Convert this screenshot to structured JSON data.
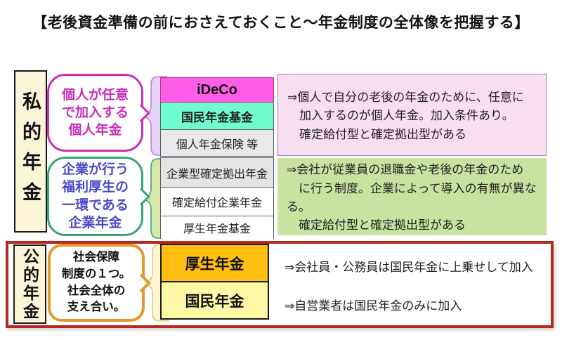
{
  "title": "【老後資金準備の前におさえておくこと～年金制度の全体像を把握する】",
  "colors": {
    "frame_red": "#b5291e",
    "label_box_bg": "#fcf5d8",
    "ideco_fill": "#ff5ce8",
    "kokumin_kikin_fill": "#6ffccf",
    "gray_box_fill": "#e9e9e9",
    "kosei_nenkin_fill": "#ffbe10",
    "kokumin_nenkin_fill": "#fff9a6",
    "personal_note_bg": "#f8def1",
    "corporate_note_bg": "#c9e1a1",
    "personal_bubble_color": "#c62fb8",
    "corporate_bubble_border": "#38a476",
    "corporate_bubble_text": "#4a4ac8",
    "public_bubble_border": "#e2992b",
    "brace_personal_fill": "#e5d4f8",
    "brace_personal_stroke": "#c779dc",
    "brace_corporate_fill": "#d7e7ac",
    "brace_corporate_stroke": "#38a476",
    "brace_public_fill": "#fff7d2",
    "brace_public_stroke": "#e3c878"
  },
  "private_section": {
    "label": "私的年金",
    "personal": {
      "bubble_lines": [
        "個人が任意",
        "で加入する",
        "個人年金"
      ],
      "boxes": [
        {
          "label": "iDeCo"
        },
        {
          "label": "国民年金基金"
        },
        {
          "label": "個人年金保険 等"
        }
      ],
      "note_lines": [
        "⇒個人で自分の老後の年金のために、任意に",
        "　加入するのが個人年金。加入条件あり。",
        "　確定給付型と確定拠出型がある"
      ]
    },
    "corporate": {
      "bubble_lines": [
        "企業が行う",
        "福利厚生の",
        "一環である",
        "企業年金"
      ],
      "boxes": [
        {
          "label": "企業型確定拠出年金"
        },
        {
          "label": "確定給付企業年金"
        },
        {
          "label": "厚生年金基金"
        }
      ],
      "note_lines": [
        "⇒会社が従業員の退職金や老後の年金のため",
        "　に行う制度。企業によって導入の有無が異なる。",
        "　確定給付型と確定拠出型がある"
      ]
    }
  },
  "public_section": {
    "label": "公的年金",
    "bubble_lines": [
      "社会保障",
      "制度の１つ。",
      "社会全体の",
      "支え合い。"
    ],
    "boxes": [
      {
        "label": "厚生年金",
        "note": "⇒会社員・公務員は国民年金に上乗せして加入"
      },
      {
        "label": "国民年金",
        "note": "⇒自営業者は国民年金のみに加入"
      }
    ]
  }
}
